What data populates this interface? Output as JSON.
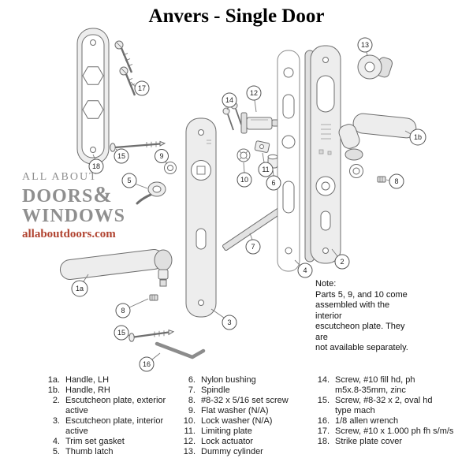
{
  "page": {
    "title": "Anvers - Single Door"
  },
  "colors": {
    "accent_red": "#b0422f",
    "watermark_gray": "#8f8f8f",
    "line_art": "#6e6e6e"
  },
  "watermark": {
    "line1": "ALL ABOUT",
    "line2": "DOORS",
    "amp": "&",
    "line3": "WINDOWS",
    "url": "allaboutdoors.com"
  },
  "note": {
    "heading": "Note:",
    "body": "Parts 5, 9, and 10 come\nassembled with the interior\nescutcheon plate. They are\nnot available separately."
  },
  "diagram": {
    "callouts": [
      {
        "label": "18"
      },
      {
        "label": "17"
      },
      {
        "label": "15"
      },
      {
        "label": "9"
      },
      {
        "label": "5"
      },
      {
        "label": "3"
      },
      {
        "label": "1a"
      },
      {
        "label": "8"
      },
      {
        "label": "15"
      },
      {
        "label": "16"
      },
      {
        "label": "14"
      },
      {
        "label": "12"
      },
      {
        "label": "10"
      },
      {
        "label": "11"
      },
      {
        "label": "6"
      },
      {
        "label": "7"
      },
      {
        "label": "4"
      },
      {
        "label": "2"
      },
      {
        "label": "13"
      },
      {
        "label": "1b"
      },
      {
        "label": "8"
      }
    ]
  },
  "parts_list": {
    "columns": [
      {
        "items": [
          {
            "num": "1a.",
            "name": "Handle, LH"
          },
          {
            "num": "1b.",
            "name": "Handle, RH"
          },
          {
            "num": "2.",
            "name": "Escutcheon plate, exterior\nactive"
          },
          {
            "num": "3.",
            "name": "Escutcheon plate, interior\nactive"
          },
          {
            "num": "4.",
            "name": "Trim set gasket"
          },
          {
            "num": "5.",
            "name": "Thumb latch"
          }
        ]
      },
      {
        "items": [
          {
            "num": "6.",
            "name": "Nylon bushing"
          },
          {
            "num": "7.",
            "name": "Spindle"
          },
          {
            "num": "8.",
            "name": "#8-32 x 5/16 set screw"
          },
          {
            "num": "9.",
            "name": "Flat washer (N/A)"
          },
          {
            "num": "10.",
            "name": "Lock washer (N/A)"
          },
          {
            "num": "11.",
            "name": "Limiting plate"
          },
          {
            "num": "12.",
            "name": "Lock actuator"
          },
          {
            "num": "13.",
            "name": "Dummy cylinder"
          }
        ]
      },
      {
        "items": [
          {
            "num": "14.",
            "name": "Screw, #10 fill hd, ph\nm5x.8-35mm, zinc"
          },
          {
            "num": "15.",
            "name": "Screw, #8-32 x 2, oval hd\ntype mach"
          },
          {
            "num": "16.",
            "name": "1/8 allen wrench"
          },
          {
            "num": "17.",
            "name": "Screw, #10 x 1.000 ph fh s/m/s"
          },
          {
            "num": "18.",
            "name": "Strike plate cover"
          }
        ]
      }
    ]
  }
}
